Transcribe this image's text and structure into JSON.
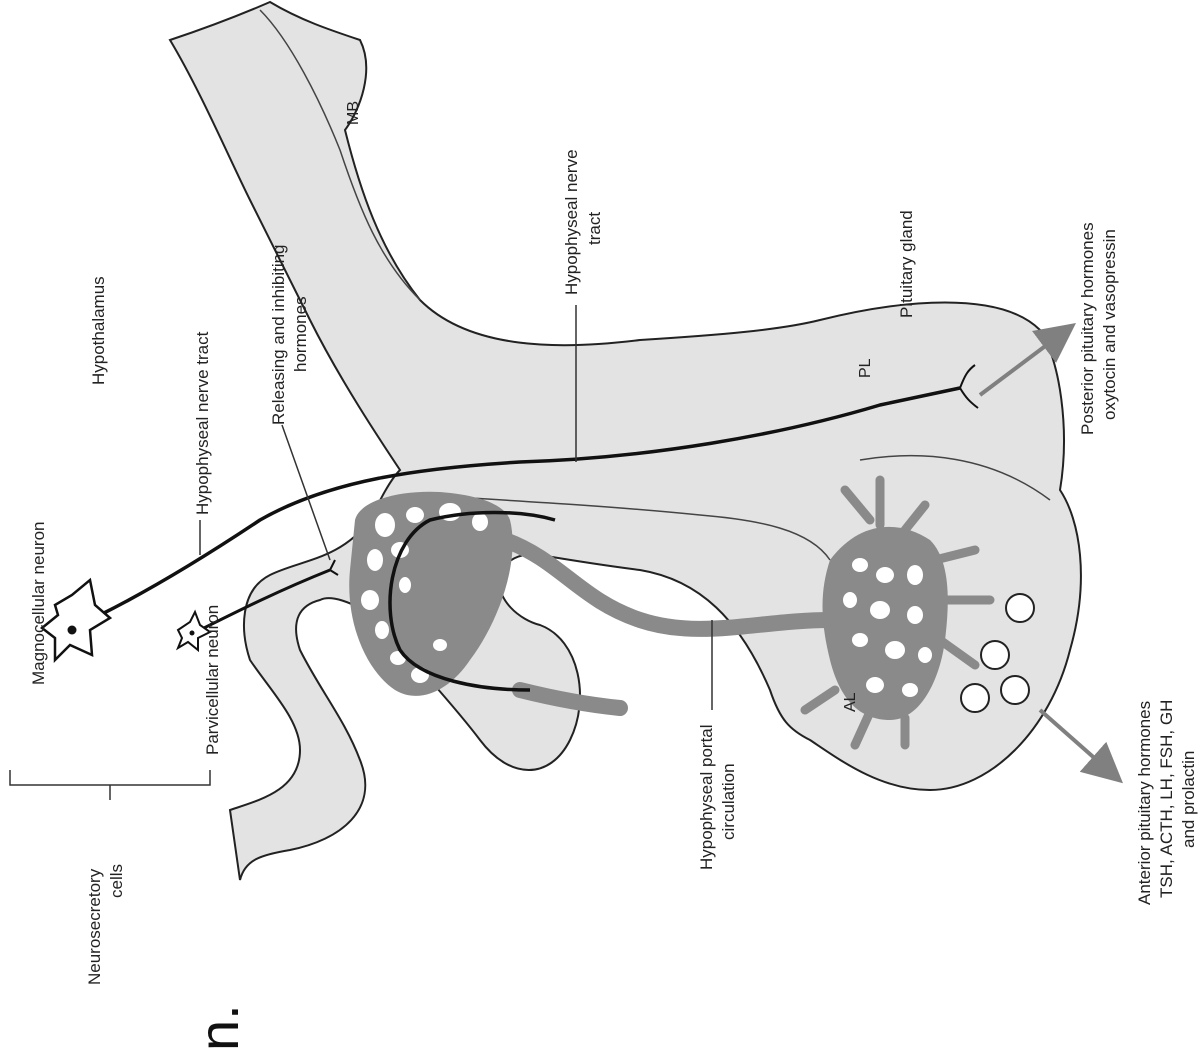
{
  "colors": {
    "tissue_fill": "#e3e3e3",
    "outline": "#222222",
    "portal_gray": "#8a8a8a",
    "arrow_gray": "#808080"
  },
  "labels": {
    "magnocellular_neuron": "Magnocellular neuron",
    "parvicellular_neuron": "Parvicellular neuron",
    "hypothalamus": "Hypothalamus",
    "hypophyseal_nerve_tract_left": "Hypophyseal nerve tract",
    "releasing_line1": "Releasing and inhibiting",
    "releasing_line2": "hormones",
    "hypophyseal_nerve_tract_mid_line1": "Hypophyseal nerve",
    "hypophyseal_nerve_tract_mid_line2": "tract",
    "pituitary_gland": "Pituitary gland",
    "posterior_line1": "Posterior pituitary hormones",
    "posterior_line2": "oxytocin and vasopressin",
    "anterior_line1": "Anterior pituitary hormones",
    "anterior_line2": "TSH, ACTH, LH, FSH, GH",
    "anterior_line3": "and prolactin",
    "portal_line1": "Hypophyseal portal",
    "portal_line2": "circulation",
    "neurosecretory_line1": "Neurosecretory",
    "neurosecretory_line2": "cells",
    "mb": "MB",
    "pl": "PL",
    "al": "AL",
    "fragment": "n."
  }
}
